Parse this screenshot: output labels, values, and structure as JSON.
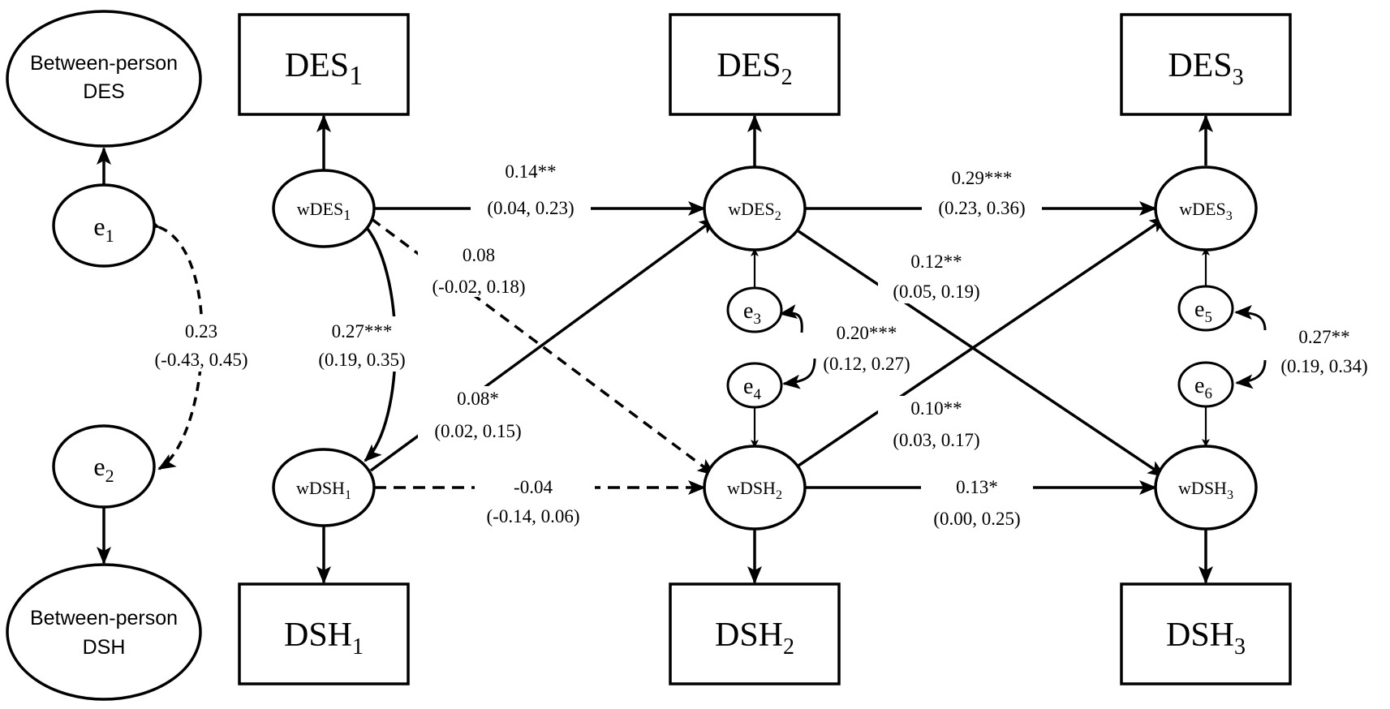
{
  "nodes": {
    "between_des": {
      "line1": "Between-person",
      "line2": "DES"
    },
    "between_dsh": {
      "line1": "Between-person",
      "line2": "DSH"
    },
    "e1": {
      "base": "e",
      "sub": "1"
    },
    "e2": {
      "base": "e",
      "sub": "2"
    },
    "e3": {
      "base": "e",
      "sub": "3"
    },
    "e4": {
      "base": "e",
      "sub": "4"
    },
    "e5": {
      "base": "e",
      "sub": "5"
    },
    "e6": {
      "base": "e",
      "sub": "6"
    },
    "des1": {
      "base": "DES",
      "sub": "1"
    },
    "des2": {
      "base": "DES",
      "sub": "2"
    },
    "des3": {
      "base": "DES",
      "sub": "3"
    },
    "dsh1": {
      "base": "DSH",
      "sub": "1"
    },
    "dsh2": {
      "base": "DSH",
      "sub": "2"
    },
    "dsh3": {
      "base": "DSH",
      "sub": "3"
    },
    "wdes1": {
      "base": "wDES",
      "sub": "1"
    },
    "wdes2": {
      "base": "wDES",
      "sub": "2"
    },
    "wdes3": {
      "base": "wDES",
      "sub": "3"
    },
    "wdsh1": {
      "base": "wDSH",
      "sub": "1"
    },
    "wdsh2": {
      "base": "wDSH",
      "sub": "2"
    },
    "wdsh3": {
      "base": "wDSH",
      "sub": "3"
    }
  },
  "paths": {
    "e1_e2_cov": {
      "coef": "0.23",
      "ci": "(-0.43, 0.45)"
    },
    "wdes1_wdsh1_cov": {
      "coef": "0.27***",
      "ci": "(0.19, 0.35)"
    },
    "wdes1_wdes2": {
      "coef": "0.14**",
      "ci": "(0.04, 0.23)"
    },
    "wdes1_wdsh2": {
      "coef": "0.08",
      "ci": "(-0.02, 0.18)"
    },
    "wdsh1_wdes2": {
      "coef": "0.08*",
      "ci": "(0.02, 0.15)"
    },
    "wdsh1_wdsh2": {
      "coef": "-0.04",
      "ci": "(-0.14, 0.06)"
    },
    "wdes2_wdes3": {
      "coef": "0.29***",
      "ci": "(0.23, 0.36)"
    },
    "wdes2_wdsh3": {
      "coef": "0.12**",
      "ci": "(0.05, 0.19)"
    },
    "e3_e4_cov": {
      "coef": "0.20***",
      "ci": "(0.12, 0.27)"
    },
    "wdsh2_wdes3": {
      "coef": "0.10**",
      "ci": "(0.03, 0.17)"
    },
    "wdsh2_wdsh3": {
      "coef": "0.13*",
      "ci": "(0.00, 0.25)"
    },
    "e5_e6_cov": {
      "coef": "0.27**",
      "ci": "(0.19, 0.34)"
    }
  }
}
